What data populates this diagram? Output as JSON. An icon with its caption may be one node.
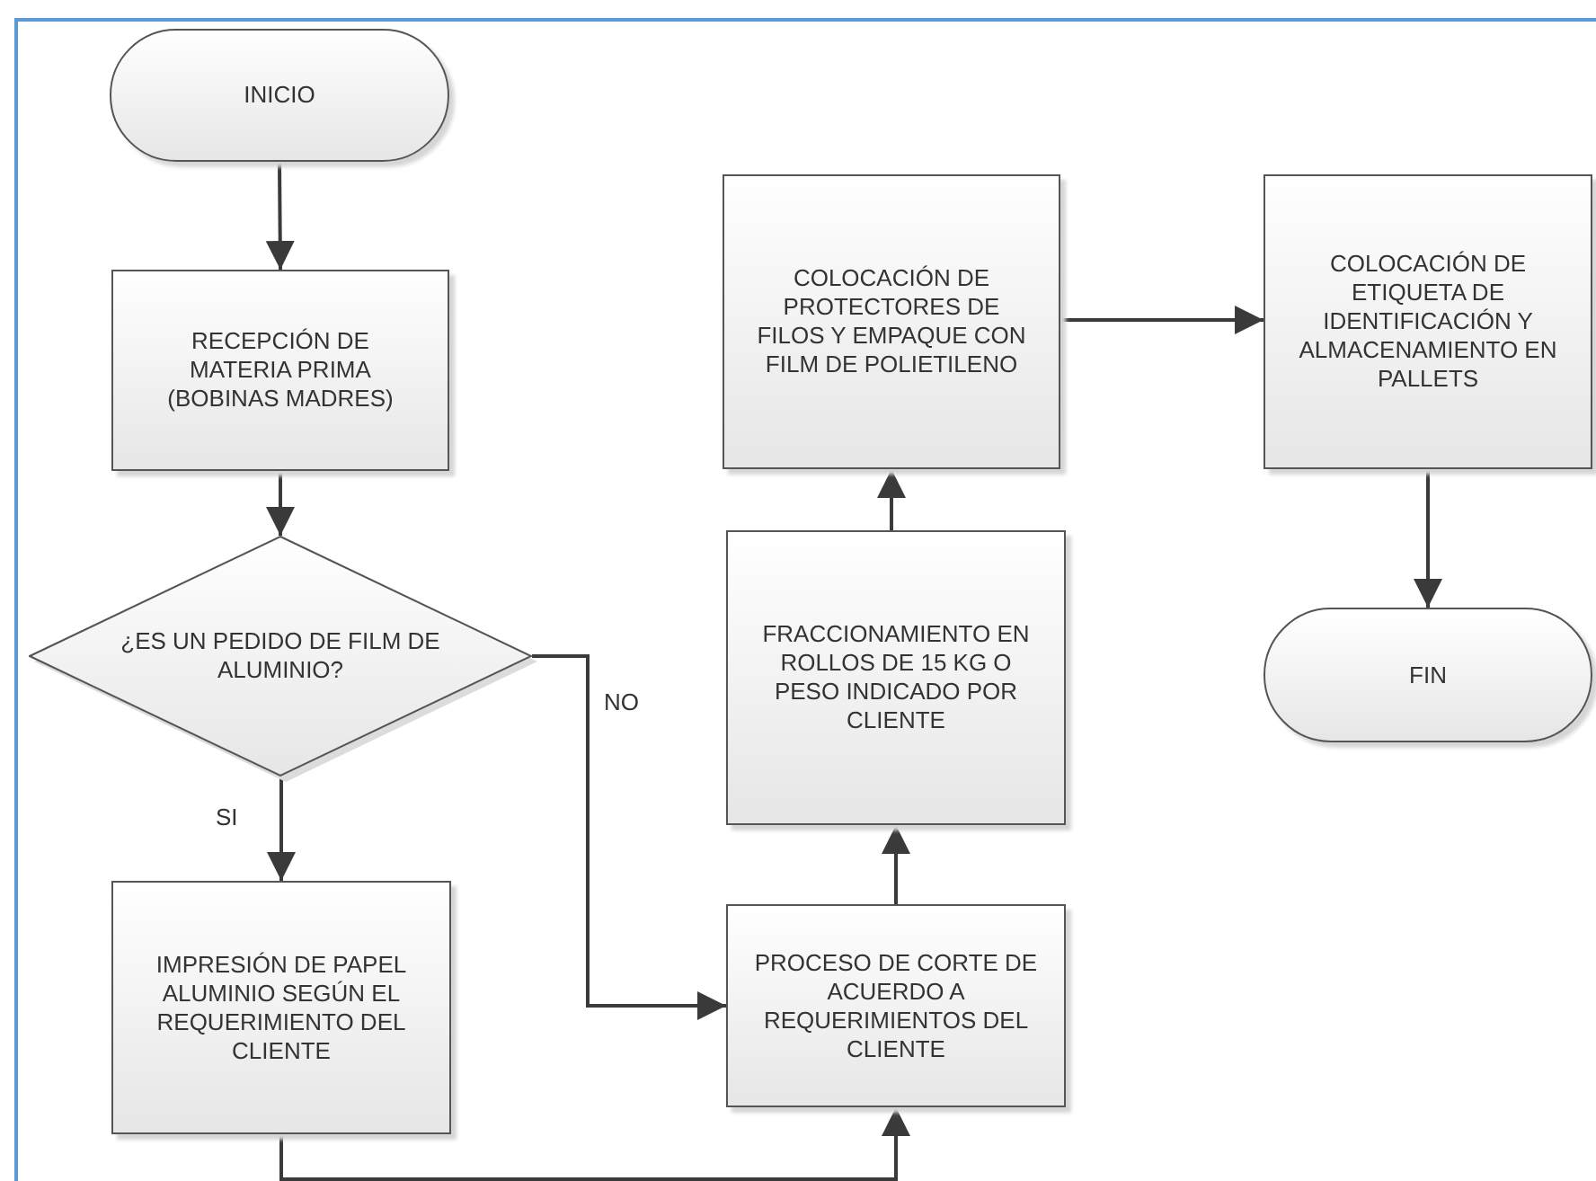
{
  "diagram": {
    "nodes": [
      {
        "text": [
          "INICIO"
        ]
      },
      {
        "text": [
          "RECEPCIÓN DE MATERIA PRIMA (BOBINAS MADRES)"
        ]
      },
      {
        "text": [
          "¿ES UN PEDIDO DE FILM DE ALUMINIO?"
        ]
      },
      {
        "text": [
          "IMPRESIÓN DE PAPEL ALUMINIO SEGÚN EL REQUERIMIENTO DEL CLIENTE"
        ]
      },
      {
        "text": [
          "PROCESO DE CORTE DE ACUERDO A REQUERIMIENTOS DEL CLIENTE"
        ]
      },
      {
        "text": [
          "FRACCIONAMIENTO EN ROLLOS DE 15 KG O PESO INDICADO POR CLIENTE"
        ]
      },
      {
        "text": [
          "COLOCACIÓN DE PROTECTORES DE FILOS Y EMPAQUE CON FILM DE POLIETILENO"
        ]
      },
      {
        "text": [
          "COLOCACIÓN DE ETIQUETA DE IDENTIFICACIÓN Y ALMACENAMIENTO EN PALLETS"
        ]
      },
      {
        "text": [
          "FIN"
        ]
      }
    ],
    "edges": [
      {
        "from": 0,
        "to": 1,
        "arrow": "to"
      },
      {
        "from": 1,
        "to": 2,
        "arrow": "to"
      },
      {
        "from": 2,
        "to": 3,
        "arrow": "to",
        "label": "SI"
      },
      {
        "from": 2,
        "to": 4,
        "arrow": "to",
        "label": "NO"
      },
      {
        "from": 3,
        "to": 4,
        "arrow": "to"
      },
      {
        "from": 4,
        "to": 5,
        "arrow": "to"
      },
      {
        "from": 5,
        "to": 6,
        "arrow": "to"
      },
      {
        "from": 6,
        "to": 7,
        "arrow": "to"
      },
      {
        "from": 7,
        "to": 8,
        "arrow": "to"
      }
    ]
  }
}
